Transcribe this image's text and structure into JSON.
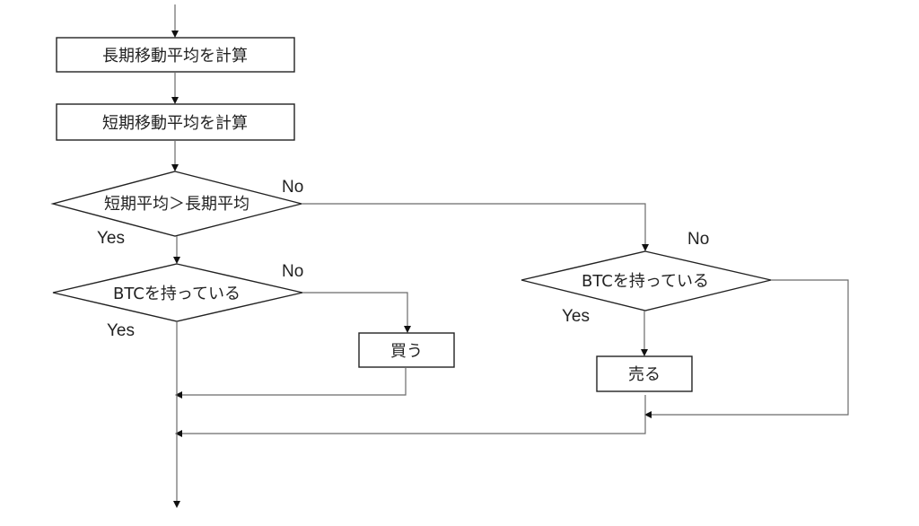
{
  "flowchart": {
    "nodes": {
      "calc_long": "長期移動平均を計算",
      "calc_short": "短期移動平均を計算",
      "compare": "短期平均＞長期平均",
      "has_btc_left": "BTCを持っている",
      "buy": "買う",
      "has_btc_right": "BTCを持っている",
      "sell": "売る"
    },
    "labels": {
      "compare_no": "No",
      "compare_yes": "Yes",
      "has_btc_left_no": "No",
      "has_btc_left_yes": "Yes",
      "has_btc_right_no": "No",
      "has_btc_right_yes": "Yes"
    }
  }
}
